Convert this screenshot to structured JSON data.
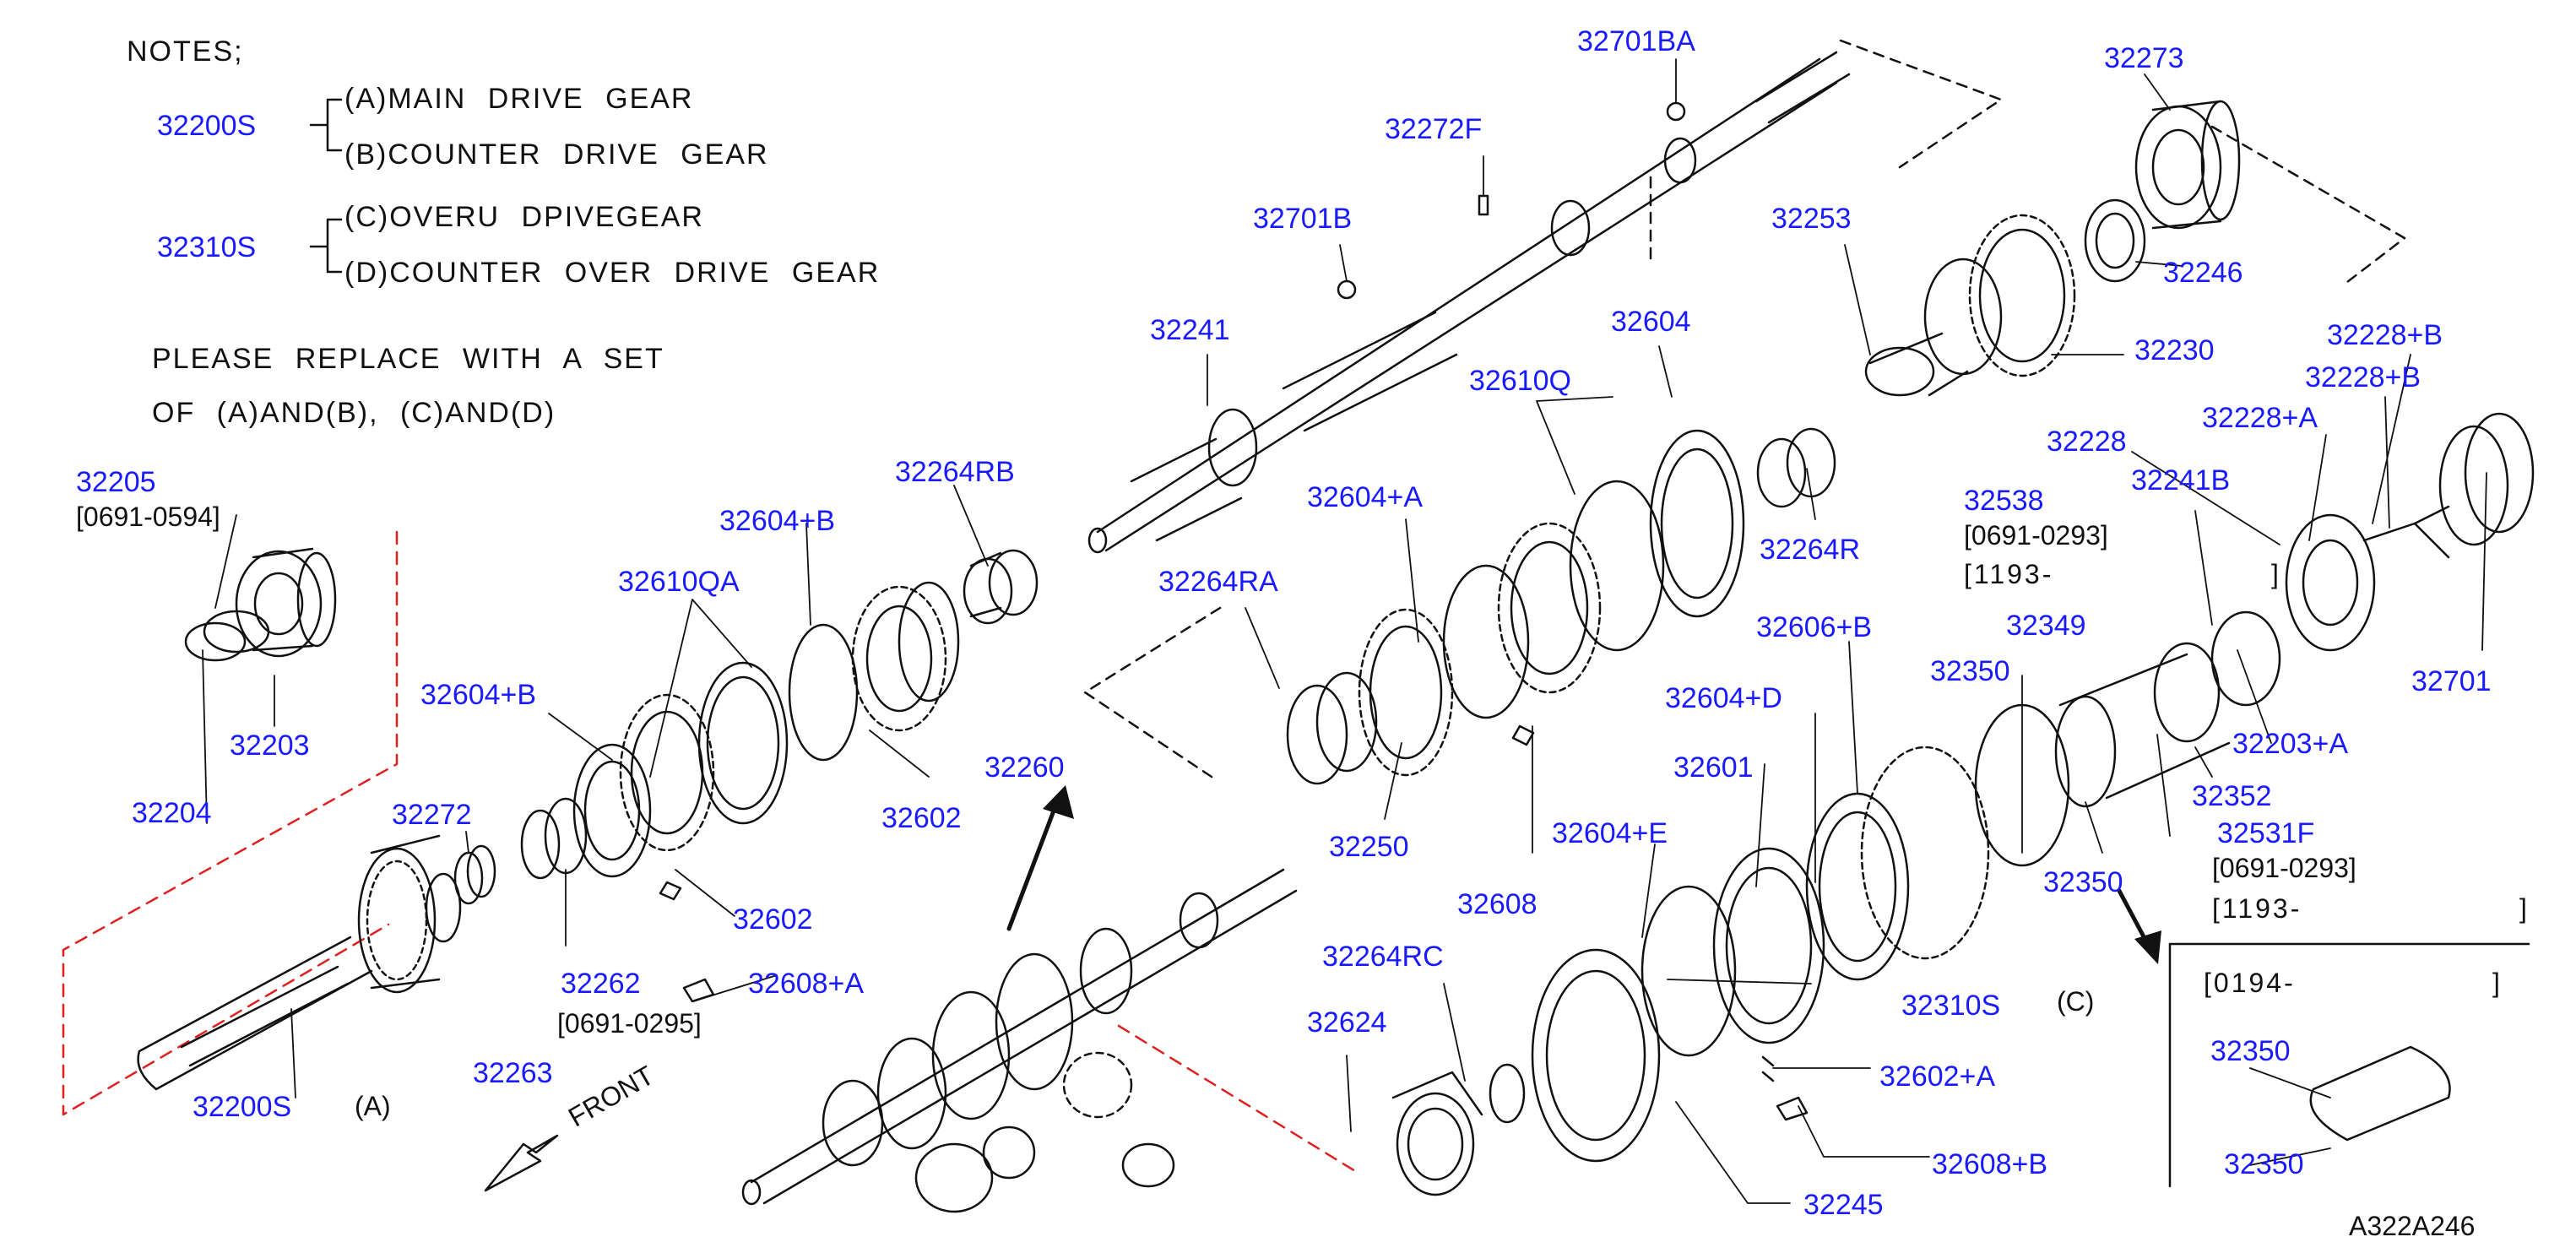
{
  "notes": {
    "heading": "NOTES;",
    "group1": {
      "code": "32200S",
      "line_a": "(A)MAIN DRIVE GEAR",
      "line_b": "(B)COUNTER DRIVE GEAR"
    },
    "group2": {
      "code": "32310S",
      "line_c": "(C)OVERU DPIVEGEAR",
      "line_d": "(D)COUNTER OVER DRIVE GEAR"
    },
    "replace_1": "PLEASE REPLACE WITH A SET",
    "replace_2": "OF (A)AND(B), (C)AND(D)"
  },
  "parts": {
    "p32701BA": "32701BA",
    "p32273": "32273",
    "p32272F": "32272F",
    "p32701B": "32701B",
    "p32253": "32253",
    "p32246": "32246",
    "p32241": "32241",
    "p32604": "32604",
    "p32230": "32230",
    "p32610Q": "32610Q",
    "p32228B1": "32228+B",
    "p32228B2": "32228+B",
    "p32228A": "32228+A",
    "p32228": "32228",
    "p32205": "32205",
    "p32264RB": "32264RB",
    "p32604A": "32604+A",
    "p32538": "32538",
    "p32241B": "32241B",
    "p32604B_1": "32604+B",
    "p32264R": "32264R",
    "p32610QA": "32610QA",
    "p32264RA": "32264RA",
    "p32606B": "32606+B",
    "p32349": "32349",
    "p32701": "32701",
    "p32604B_2": "32604+B",
    "p32203": "32203",
    "p32350_1": "32350",
    "p32604D": "32604+D",
    "p32203A": "32203+A",
    "p32260": "32260",
    "p32601": "32601",
    "p32352": "32352",
    "p32204": "32204",
    "p32272": "32272",
    "p32602_1": "32602",
    "p32531F": "32531F",
    "p32250": "32250",
    "p32604E": "32604+E",
    "p32350_2": "32350",
    "p32608": "32608",
    "p32602_2": "32602",
    "p32264RC": "32264RC",
    "p32608A": "32608+A",
    "p32262": "32262",
    "p32310S": "32310S",
    "p32624": "32624",
    "p32602A": "32602+A",
    "p32263": "32263",
    "p32350_3": "32350",
    "p32200S": "32200S",
    "p32608B": "32608+B",
    "p32350_4": "32350",
    "p32245": "32245"
  },
  "dates": {
    "d32205": "[0691-0594]",
    "d32538_a": "[0691-0293]",
    "d32538_b": "[1193-",
    "d32538_c": "]",
    "d32262": "[0691-0295]",
    "d32531F_a": "[0691-0293]",
    "d32531F_b": "[1193-",
    "d32531F_c": "]",
    "inset_a": "[0194-",
    "inset_b": "]"
  },
  "labels": {
    "group_a": "(A)",
    "group_c": "(C)",
    "front": "FRONT",
    "diagram_code": "A322A246"
  },
  "colors": {
    "part_label": "#1a1aff",
    "line_art": "#111111",
    "red_dashed": "#e02020"
  }
}
